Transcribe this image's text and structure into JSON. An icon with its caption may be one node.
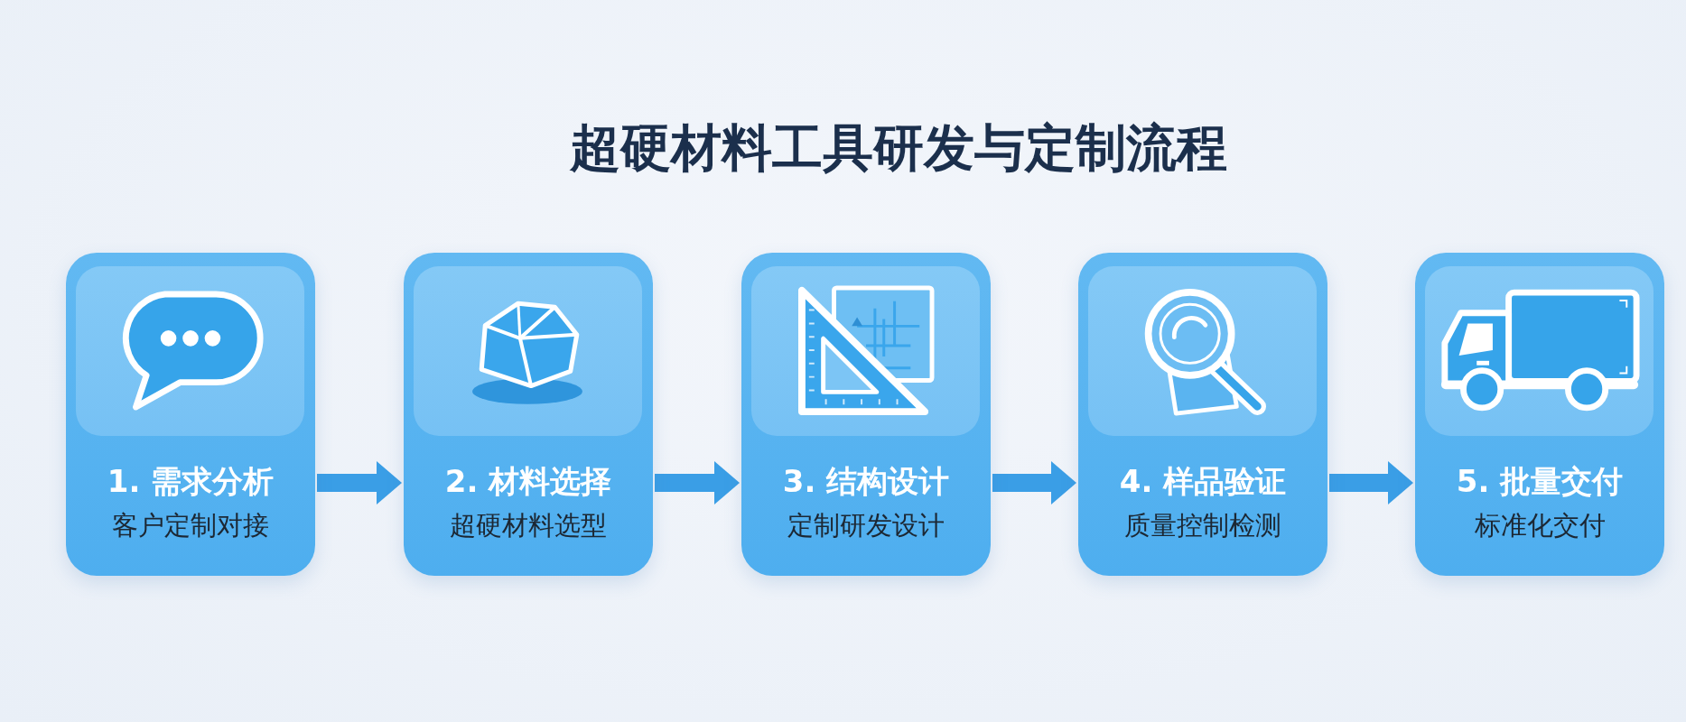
{
  "diagram": {
    "title": "超硬材料工具研发与定制流程",
    "nodes": [
      {
        "text": [
          "1. 需求分析",
          "客户定制对接"
        ]
      },
      {
        "text": [
          "2. 材料选择",
          "超硬材料选型"
        ]
      },
      {
        "text": [
          "3. 结构设计",
          "定制研发设计"
        ]
      },
      {
        "text": [
          "4. 样品验证",
          "质量控制检测"
        ]
      },
      {
        "text": [
          "5. 批量交付",
          "标准化交付"
        ]
      }
    ],
    "edges": [
      {
        "from": 0,
        "to": 1,
        "arrow": "to"
      },
      {
        "from": 1,
        "to": 2,
        "arrow": "to"
      },
      {
        "from": 2,
        "to": 3,
        "arrow": "to"
      },
      {
        "from": 3,
        "to": 4,
        "arrow": "to"
      }
    ]
  }
}
